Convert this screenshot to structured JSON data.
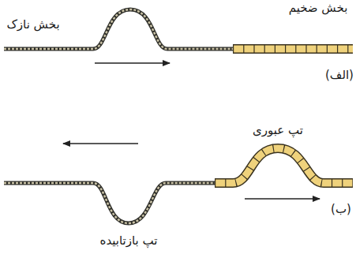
{
  "diagram": {
    "labels": [
      "بخش نازک",
      "بخش ضخیم",
      "(الف)",
      "تپ عبوری",
      "(ب)",
      "تپ بازتابیده"
    ]
  }
}
